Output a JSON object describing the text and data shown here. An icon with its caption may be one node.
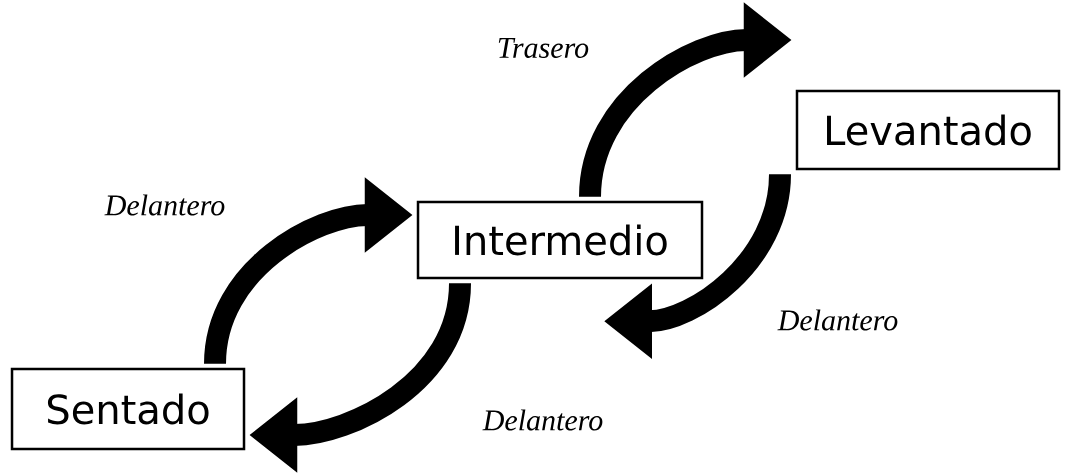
{
  "diagram": {
    "nodes": [
      {
        "text": [
          "Sentado"
        ]
      },
      {
        "text": [
          "Intermedio"
        ]
      },
      {
        "text": [
          "Levantado"
        ]
      }
    ],
    "edges": [
      {
        "from": 0,
        "to": 1,
        "arrow": "to",
        "label": "Delantero"
      },
      {
        "from": 1,
        "to": 2,
        "arrow": "to",
        "label": "Trasero"
      },
      {
        "from": 2,
        "to": 1,
        "arrow": "to",
        "label": "Delantero"
      },
      {
        "from": 1,
        "to": 0,
        "arrow": "to",
        "label": "Delantero"
      }
    ]
  }
}
